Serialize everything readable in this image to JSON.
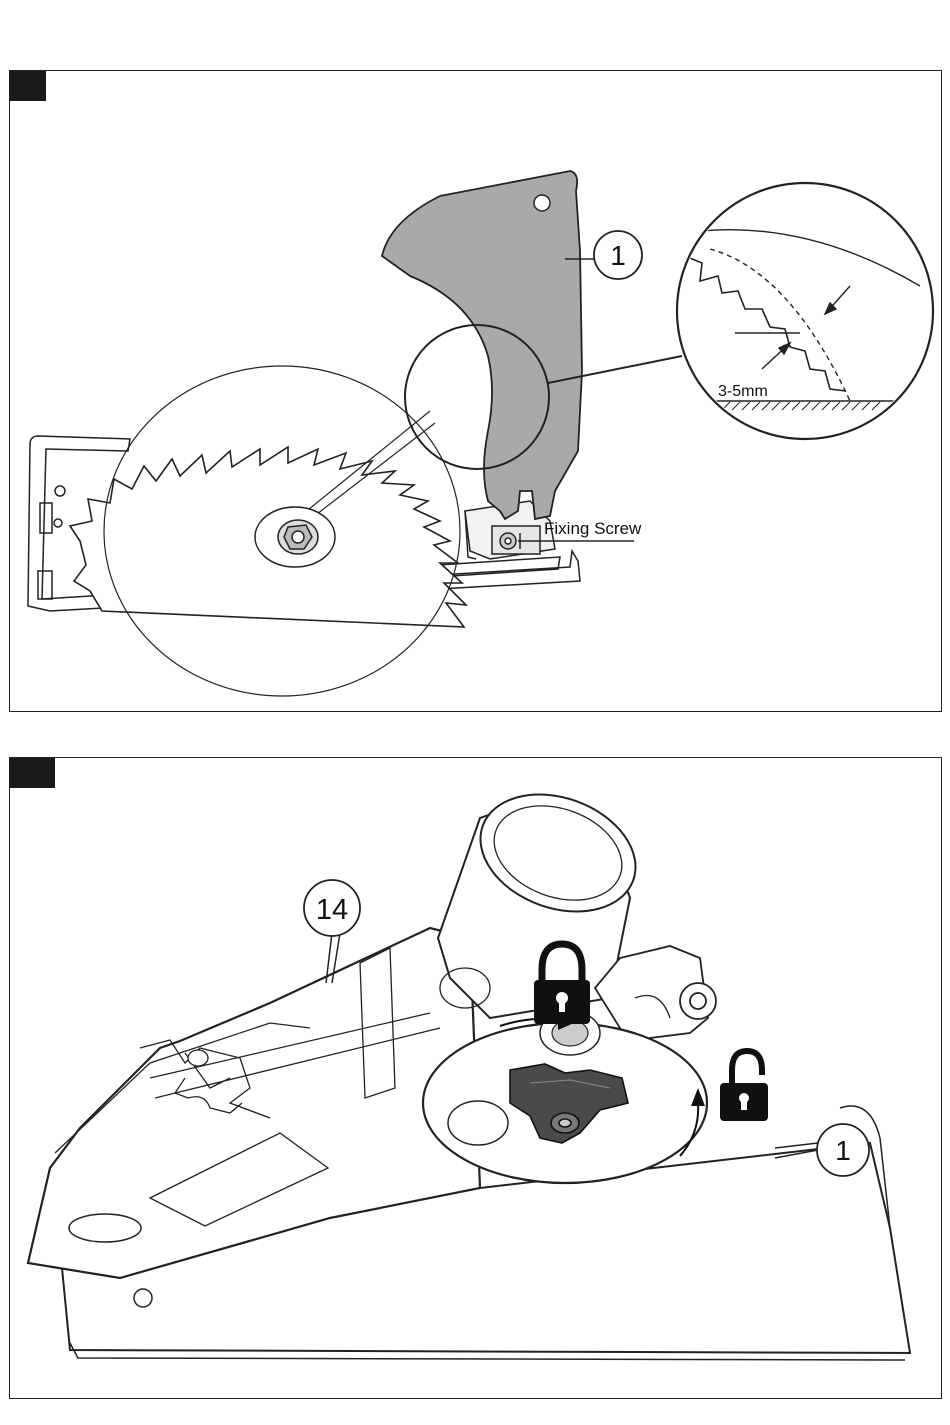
{
  "figure1": {
    "callout_riving_knife": "1",
    "label_fixing_screw": "Fixing Screw",
    "label_gap": "3-5mm"
  },
  "figure2": {
    "callout_base_plate": "1",
    "callout_part": "14",
    "icons": [
      "locked-padlock-icon",
      "unlocked-padlock-icon"
    ]
  }
}
